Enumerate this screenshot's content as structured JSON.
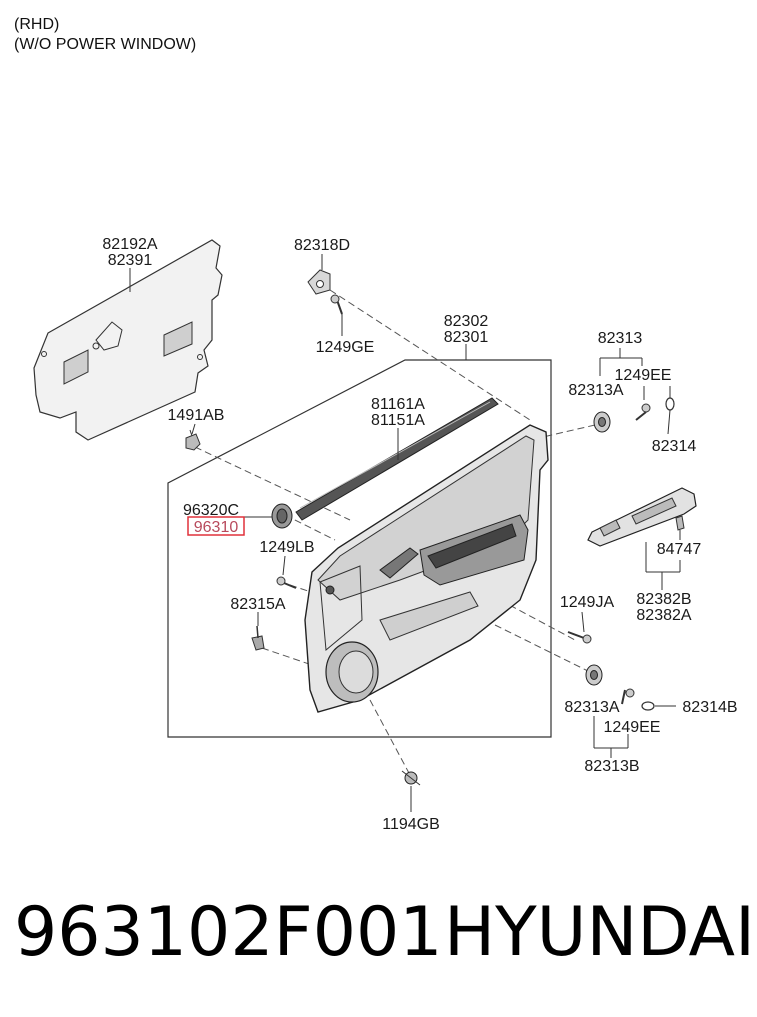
{
  "header": {
    "note_line1": "(RHD)",
    "note_line2": "(W/O POWER WINDOW)"
  },
  "diagram": {
    "highlight_color": "#e0303a",
    "labels": {
      "l82192A": "82192A",
      "l82391": "82391",
      "l82318D": "82318D",
      "l1249GE": "1249GE",
      "l82302": "82302",
      "l82301": "82301",
      "l82313_top": "82313",
      "l82313A_top": "82313A",
      "l1249EE_top": "1249EE",
      "l82314": "82314",
      "l1491AB": "1491AB",
      "l81161A": "81161A",
      "l81151A": "81151A",
      "l96320C": "96320C",
      "l96310": "96310",
      "l1249LB": "1249LB",
      "l84747": "84747",
      "l82382B": "82382B",
      "l82382A": "82382A",
      "l82315A": "82315A",
      "l1249JA": "1249JA",
      "l82313A_bot": "82313A",
      "l82314B": "82314B",
      "l1249EE_bot": "1249EE",
      "l82313B": "82313B",
      "l1194GB": "1194GB"
    }
  },
  "footer": {
    "part_number": "963102F001",
    "brand": "HYUNDAI"
  }
}
